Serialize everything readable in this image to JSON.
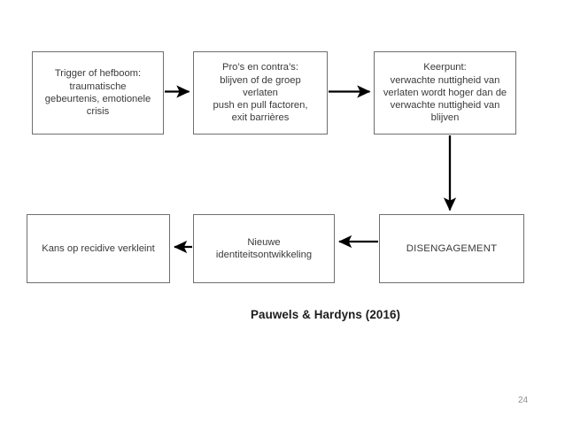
{
  "slide": {
    "page_number": "24",
    "citation": "Pauwels & Hardyns (2016)",
    "background_color": "#ffffff",
    "box_border_color": "#6f6f6f",
    "arrow_color": "#000000"
  },
  "diagram": {
    "type": "flowchart",
    "boxes": [
      {
        "id": "trigger",
        "text": "Trigger of hefboom:\ntraumatische\ngebeurtenis,  emotionele\ncrisis"
      },
      {
        "id": "pros-cons",
        "text": "Pro’s en contra’s:\nblijven of de groep\nverlaten\npush en pull factoren,\nexit barrières"
      },
      {
        "id": "keerpunt",
        "text": "Keerpunt:\nverwachte nuttigheid van\nverlaten wordt hoger dan de\nverwachte nuttigheid van\nblijven"
      },
      {
        "id": "disengagement",
        "text": "DISENGAGEMENT"
      },
      {
        "id": "nieuwe-identiteit",
        "text": "Nieuwe\nidentiteitsontwikkeling"
      },
      {
        "id": "recidive",
        "text": "Kans op recidive verkleint"
      }
    ],
    "arrows": [
      {
        "id": "trigger-to-pros-cons",
        "from": "trigger",
        "to": "pros-cons",
        "direction": "right"
      },
      {
        "id": "pros-cons-to-keerpunt",
        "from": "pros-cons",
        "to": "keerpunt",
        "direction": "right"
      },
      {
        "id": "keerpunt-to-disengagement",
        "from": "keerpunt",
        "to": "disengagement",
        "direction": "down"
      },
      {
        "id": "disengagement-to-nieuwe-identiteit",
        "from": "disengagement",
        "to": "nieuwe-identiteit",
        "direction": "left"
      },
      {
        "id": "nieuwe-identiteit-to-recidive",
        "from": "nieuwe-identiteit",
        "to": "recidive",
        "direction": "left"
      }
    ]
  }
}
